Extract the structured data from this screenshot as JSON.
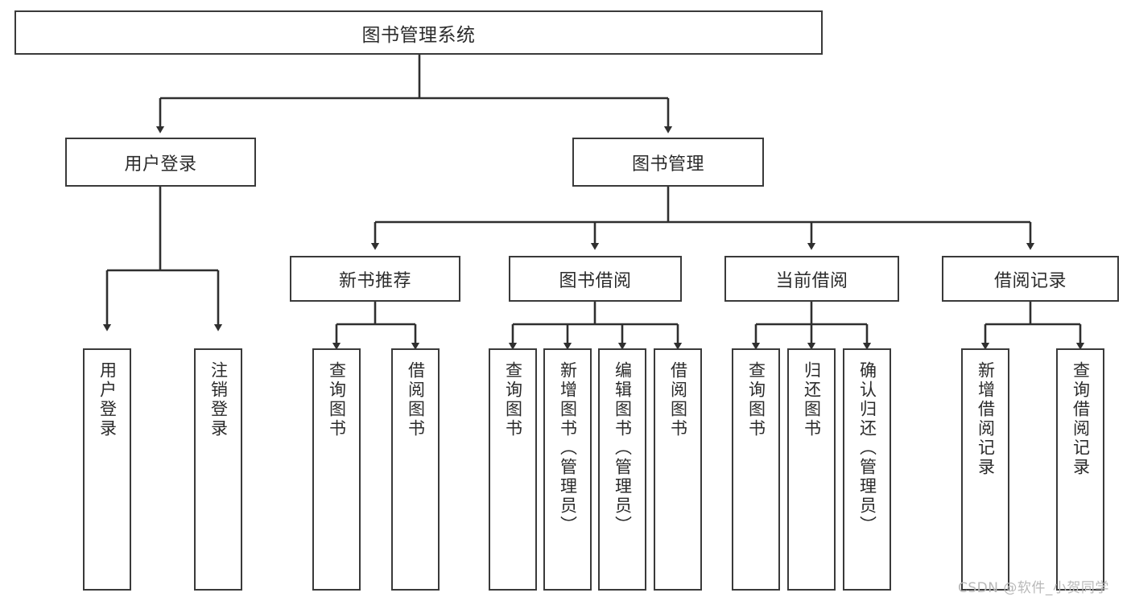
{
  "diagram": {
    "title": "图书管理系统",
    "type": "hierarchy-tree",
    "root": {
      "label": "图书管理系统"
    },
    "level1": [
      {
        "label": "用户登录"
      },
      {
        "label": "图书管理"
      }
    ],
    "level2": [
      {
        "label": "新书推荐"
      },
      {
        "label": "图书借阅"
      },
      {
        "label": "当前借阅"
      },
      {
        "label": "借阅记录"
      }
    ],
    "leaves": {
      "user_login": [
        {
          "label": "用户登录"
        },
        {
          "label": "注销登录"
        }
      ],
      "new_book_recommend": [
        {
          "label": "查询图书"
        },
        {
          "label": "借阅图书"
        }
      ],
      "book_borrow": [
        {
          "label": "查询图书"
        },
        {
          "label": "新增图书（管理员）"
        },
        {
          "label": "编辑图书（管理员）"
        },
        {
          "label": "借阅图书"
        }
      ],
      "current_borrow": [
        {
          "label": "查询图书"
        },
        {
          "label": "归还图书"
        },
        {
          "label": "确认归还（管理员）"
        }
      ],
      "borrow_record": [
        {
          "label": "新增借阅记录"
        },
        {
          "label": "查询借阅记录"
        }
      ]
    }
  },
  "watermark": {
    "text": "CSDN @软件_小贺同学"
  },
  "colors": {
    "stroke": "#3a3a3a",
    "background": "#ffffff",
    "text": "#2b2b2b",
    "watermark": "#b9b9b9"
  }
}
